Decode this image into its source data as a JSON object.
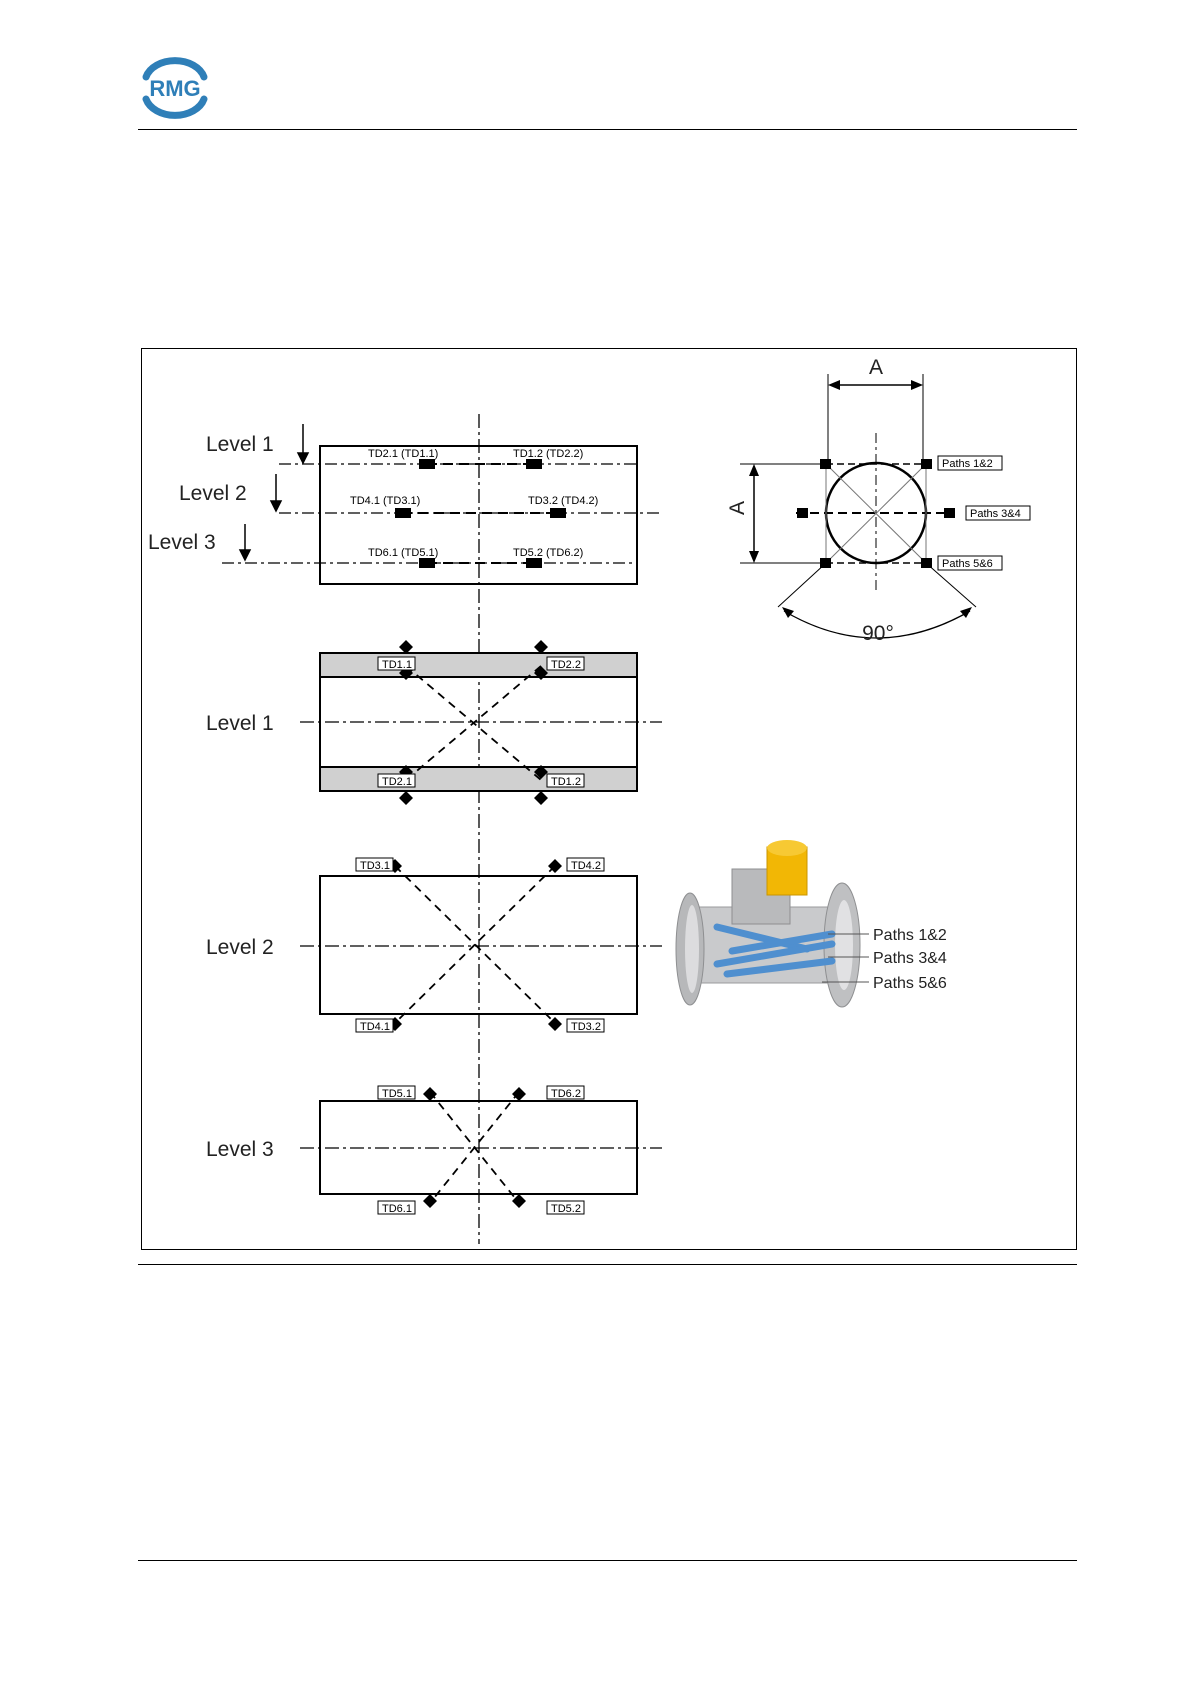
{
  "logo": {
    "text": "RMG",
    "color": "#2f7fb8"
  },
  "top_view": {
    "level_labels": [
      "Level 1",
      "Level 2",
      "Level 3"
    ],
    "transducer_labels": [
      "TD2.1 (TD1.1)",
      "TD1.2 (TD2.2)",
      "TD4.1 (TD3.1)",
      "TD3.2 (TD4.2)",
      "TD6.1 (TD5.1)",
      "TD5.2 (TD6.2)"
    ]
  },
  "cross_section": {
    "dimension_label": "A",
    "angle_label": "90°",
    "path_tags": [
      "Paths 1&2",
      "Paths 3&4",
      "Paths 5&6"
    ]
  },
  "level_views": [
    {
      "label": "Level 1",
      "tags": [
        "TD1.1",
        "TD2.2",
        "TD2.1",
        "TD1.2"
      ]
    },
    {
      "label": "Level 2",
      "tags": [
        "TD3.1",
        "TD4.2",
        "TD4.1",
        "TD3.2"
      ]
    },
    {
      "label": "Level 3",
      "tags": [
        "TD5.1",
        "TD6.2",
        "TD6.1",
        "TD5.2"
      ]
    }
  ],
  "meter_picture": {
    "path_labels": [
      "Paths 1&2",
      "Paths 3&4",
      "Paths 5&6"
    ],
    "colors": {
      "body": "#c9cacc",
      "head": "#f2b705",
      "paths": "#4f8fcf"
    }
  }
}
